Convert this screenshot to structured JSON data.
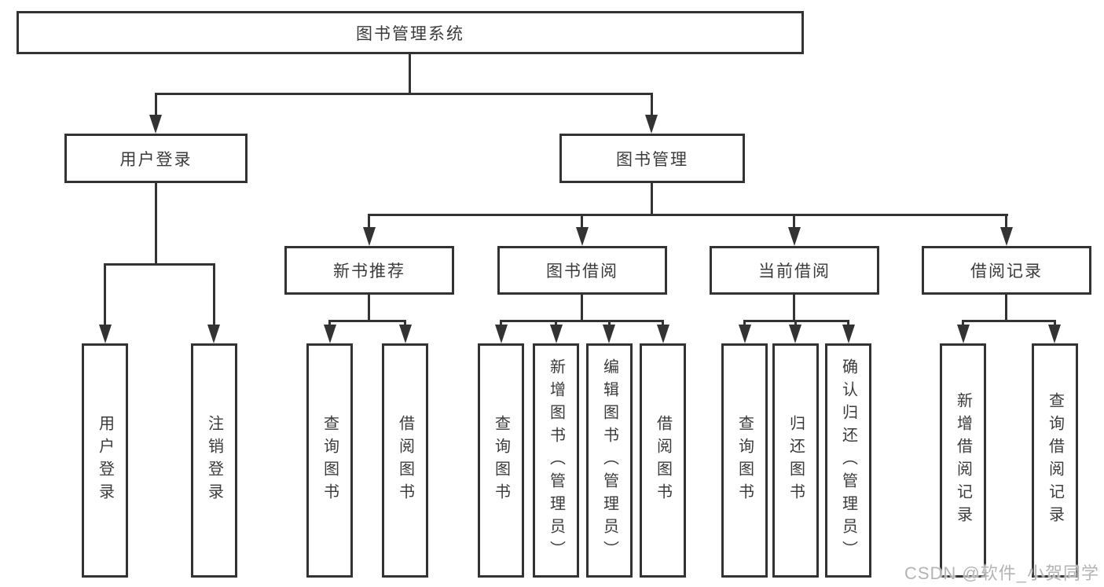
{
  "diagram": {
    "title": "图书管理系统",
    "branches": [
      {
        "label": "用户登录",
        "leaves": [
          "用户登录",
          "注销登录"
        ]
      },
      {
        "label": "图书管理",
        "children": [
          {
            "label": "新书推荐",
            "leaves": [
              "查询图书",
              "借阅图书"
            ]
          },
          {
            "label": "图书借阅",
            "leaves": [
              "查询图书",
              "新增图书（管理员）",
              "编辑图书（管理员）",
              "借阅图书"
            ]
          },
          {
            "label": "当前借阅",
            "leaves": [
              "查询图书",
              "归还图书",
              "确认归还（管理员）"
            ]
          },
          {
            "label": "借阅记录",
            "leaves": [
              "新增借阅记录",
              "查询借阅记录"
            ]
          }
        ]
      }
    ]
  },
  "watermark": "CSDN @软件_小贺同学",
  "colors": {
    "line": "#333333",
    "text": "#3b3b3b",
    "watermark": "#b4b4b4",
    "background": "#ffffff"
  }
}
